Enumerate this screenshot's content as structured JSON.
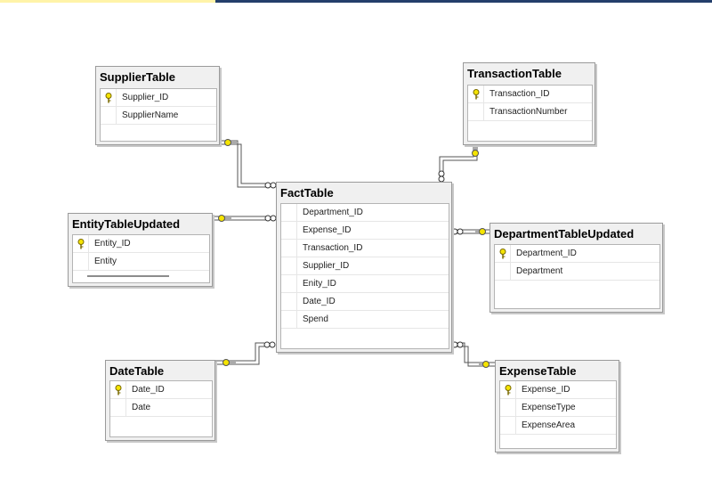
{
  "tables": {
    "supplier": {
      "name": "SupplierTable",
      "columns": [
        {
          "name": "Supplier_ID",
          "key": true
        },
        {
          "name": "SupplierName",
          "key": false
        }
      ]
    },
    "transaction": {
      "name": "TransactionTable",
      "columns": [
        {
          "name": "Transaction_ID",
          "key": true
        },
        {
          "name": "TransactionNumber",
          "key": false
        }
      ]
    },
    "fact": {
      "name": "FactTable",
      "columns": [
        {
          "name": "Department_ID",
          "key": false
        },
        {
          "name": "Expense_ID",
          "key": false
        },
        {
          "name": "Transaction_ID",
          "key": false
        },
        {
          "name": "Supplier_ID",
          "key": false
        },
        {
          "name": "Enity_ID",
          "key": false
        },
        {
          "name": "Date_ID",
          "key": false
        },
        {
          "name": "Spend",
          "key": false
        }
      ]
    },
    "entity": {
      "name": "EntityTableUpdated",
      "columns": [
        {
          "name": "Entity_ID",
          "key": true
        },
        {
          "name": "Entity",
          "key": false
        }
      ]
    },
    "department": {
      "name": "DepartmentTableUpdated",
      "columns": [
        {
          "name": "Department_ID",
          "key": true
        },
        {
          "name": "Department",
          "key": false
        }
      ]
    },
    "date": {
      "name": "DateTable",
      "columns": [
        {
          "name": "Date_ID",
          "key": true
        },
        {
          "name": "Date",
          "key": false
        }
      ]
    },
    "expense": {
      "name": "ExpenseTable",
      "columns": [
        {
          "name": "Expense_ID",
          "key": true
        },
        {
          "name": "ExpenseType",
          "key": false
        },
        {
          "name": "ExpenseArea",
          "key": false
        }
      ]
    }
  },
  "colors": {
    "key_yellow": "#f5e400",
    "line_gray": "#555555",
    "panel_bg": "#f0f0f0"
  },
  "icons": {
    "primary_key": "key-icon",
    "one_end": "key-end-icon",
    "many_end": "infinity-end-icon"
  }
}
